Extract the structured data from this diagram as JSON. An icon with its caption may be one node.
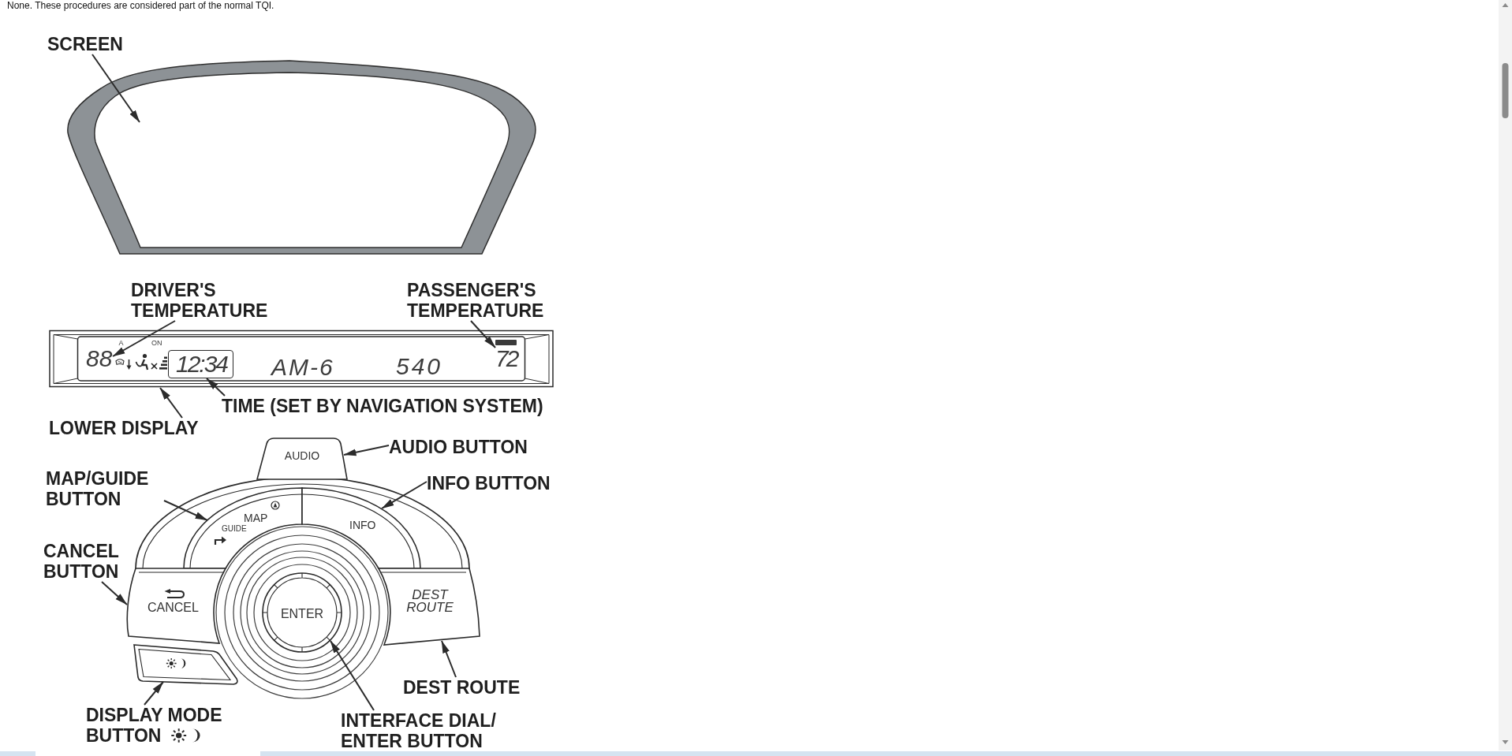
{
  "diagram": {
    "nodes": [
      {
        "text": [
          "SCREEN"
        ]
      },
      {
        "text": [],
        "shape": "picture"
      },
      {
        "text": [
          "DRIVER'S TEMPERATURE"
        ]
      },
      {
        "text": [
          "PASSENGER'S TEMPERATURE"
        ]
      },
      {
        "text": [
          "A",
          "ON",
          "AM-6",
          "540"
        ]
      },
      {
        "text": [
          "88"
        ],
        "in": 4
      },
      {
        "text": [
          "12:34"
        ],
        "in": 4
      },
      {
        "text": [
          "72"
        ],
        "in": 4
      },
      {
        "text": [
          "TIME (SET BY NAVIGATION SYSTEM)"
        ]
      },
      {
        "text": [
          "LOWER DISPLAY"
        ]
      },
      {
        "text": [
          "AUDIO"
        ]
      },
      {
        "text": [
          "AUDIO BUTTON"
        ]
      },
      {
        "text": [
          "MAP/GUIDE BUTTON"
        ]
      },
      {
        "text": [
          "INFO BUTTON"
        ]
      },
      {
        "text": [
          "MAP",
          "GUIDE"
        ]
      },
      {
        "text": [
          "INFO"
        ]
      },
      {
        "text": [
          "CANCEL BUTTON"
        ]
      },
      {
        "text": [
          "CANCEL"
        ]
      },
      {
        "text": [
          "ENTER"
        ]
      },
      {
        "text": [
          "DEST ROUTE"
        ]
      },
      {
        "text": [],
        "shape": "box"
      },
      {
        "text": [
          "DEST ROUTE"
        ]
      },
      {
        "text": [
          "DISPLAY MODE BUTTON"
        ]
      },
      {
        "text": [
          "INTERFACE DIAL/ ENTER BUTTON"
        ]
      }
    ],
    "edges": [
      {
        "from": 0,
        "to": 1,
        "arrow": "to"
      },
      {
        "from": 2,
        "to": 5,
        "arrow": "to"
      },
      {
        "from": 3,
        "to": 7,
        "arrow": "to"
      },
      {
        "from": 8,
        "to": 6,
        "arrow": "to"
      },
      {
        "from": 9,
        "to": 4,
        "arrow": "to"
      },
      {
        "from": 11,
        "to": 10,
        "arrow": "to"
      },
      {
        "from": 12,
        "to": 14,
        "arrow": "to"
      },
      {
        "from": 13,
        "to": 15,
        "arrow": "to"
      },
      {
        "from": 16,
        "to": 17,
        "arrow": "to"
      },
      {
        "from": 21,
        "to": 19,
        "arrow": "to"
      },
      {
        "from": 22,
        "to": 20,
        "arrow": "to"
      },
      {
        "from": 23,
        "to": 18,
        "arrow": "to"
      }
    ],
    "labels": [
      "None. These procedures are considered part of the normal TQI."
    ]
  }
}
